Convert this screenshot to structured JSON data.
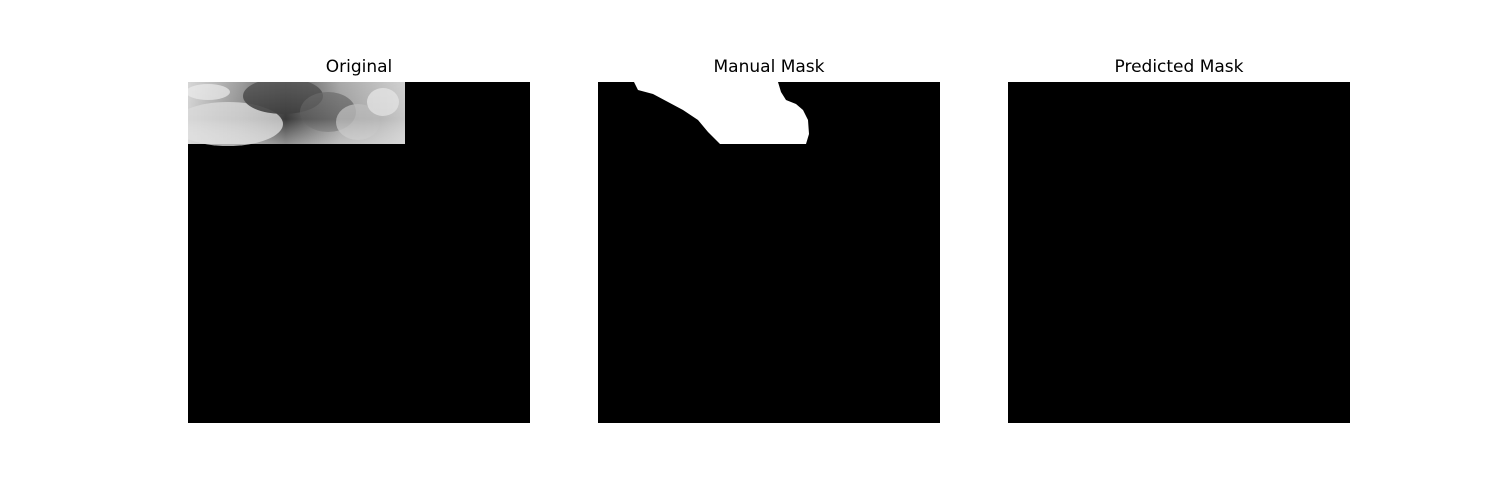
{
  "figure": {
    "panels": [
      {
        "title": "Original"
      },
      {
        "title": "Manual Mask"
      },
      {
        "title": "Predicted Mask"
      }
    ]
  },
  "colors": {
    "background": "#ffffff",
    "mask_background": "#000000",
    "mask_foreground": "#ffffff"
  }
}
